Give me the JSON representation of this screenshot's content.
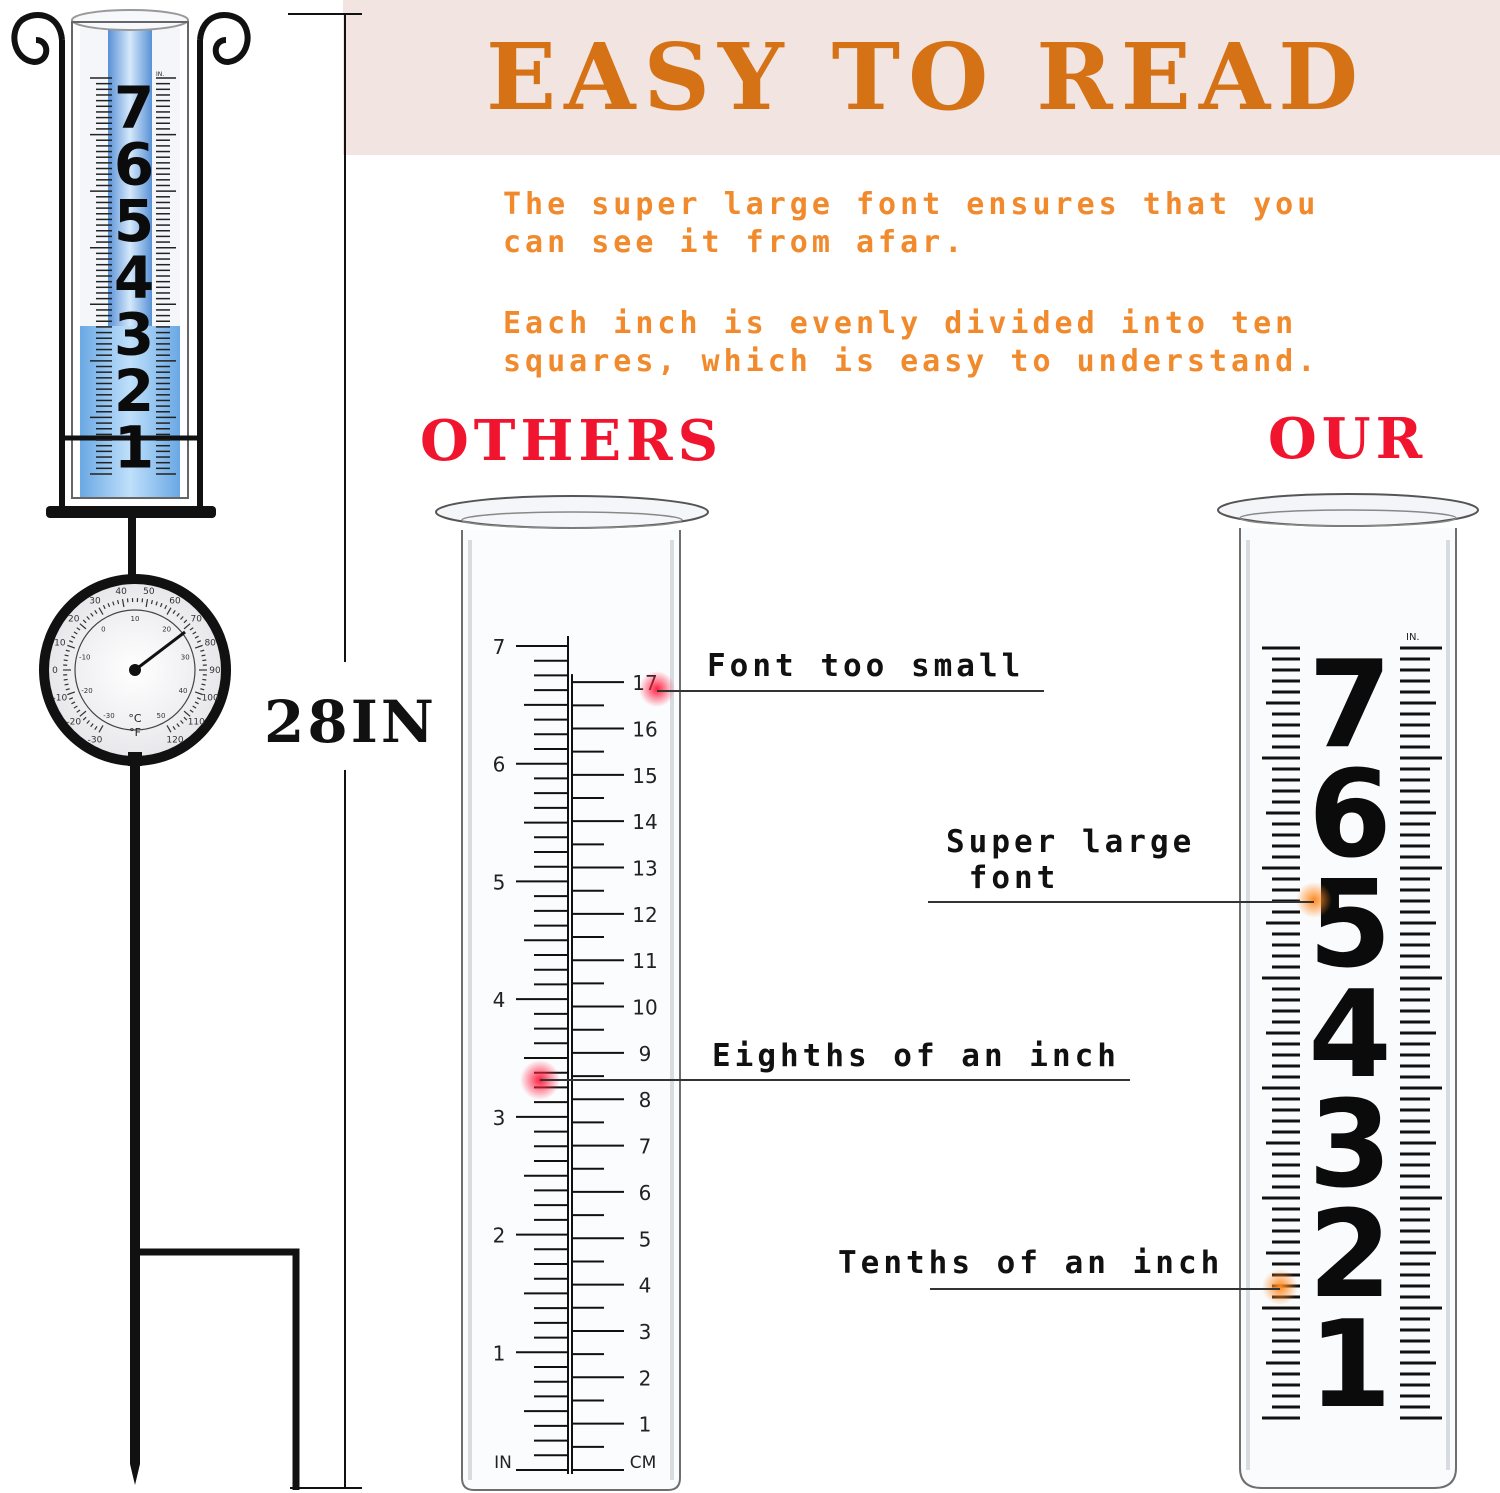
{
  "headline": "EASY TO READ",
  "paragraphs": [
    {
      "line1": "The super large font ensures that you",
      "line2": "can see it from afar."
    },
    {
      "line1": "Each inch is evenly divided into ten",
      "line2": "squares, which is easy to understand."
    }
  ],
  "labels": {
    "others": "OTHERS",
    "our": "OUR",
    "height": "28IN"
  },
  "callouts": {
    "font_small": "Font too small",
    "eighths": "Eighths of an inch",
    "super_large_line1": "Super large",
    "super_large_line2": " font",
    "tenths": "Tenths of an inch"
  },
  "others_gauge": {
    "inch_labels": [
      "7",
      "6",
      "5",
      "4",
      "3",
      "2",
      "1"
    ],
    "cm_labels": [
      "17",
      "16",
      "15",
      "14",
      "13",
      "12",
      "11",
      "10",
      "9",
      "8",
      "7",
      "6",
      "5",
      "4",
      "3",
      "2",
      "1"
    ],
    "unit_in": "IN",
    "unit_cm": "CM"
  },
  "our_gauge": {
    "numbers": [
      "7",
      "6",
      "5",
      "4",
      "3",
      "2",
      "1"
    ],
    "unit": "IN."
  },
  "small_gauge": {
    "numbers": [
      "7",
      "6",
      "5",
      "4",
      "3",
      "2",
      "1"
    ],
    "unit": "IN."
  },
  "thermometer": {
    "scale_f": [
      "-30",
      "-20",
      "-10",
      "0",
      "10",
      "20",
      "30",
      "40",
      "50",
      "60",
      "70",
      "80",
      "90",
      "100",
      "110",
      "120"
    ],
    "scale_c": [
      "-30",
      "-20",
      "-10",
      "0",
      "10",
      "20",
      "30",
      "40",
      "50"
    ],
    "unit_c": "°C",
    "unit_f": "°F"
  },
  "colors": {
    "headline": "#d67216",
    "paragraph": "#f08a2c",
    "red_label": "#f0142f",
    "banner": "#f2e4e1",
    "water": "#8fc3ee"
  }
}
